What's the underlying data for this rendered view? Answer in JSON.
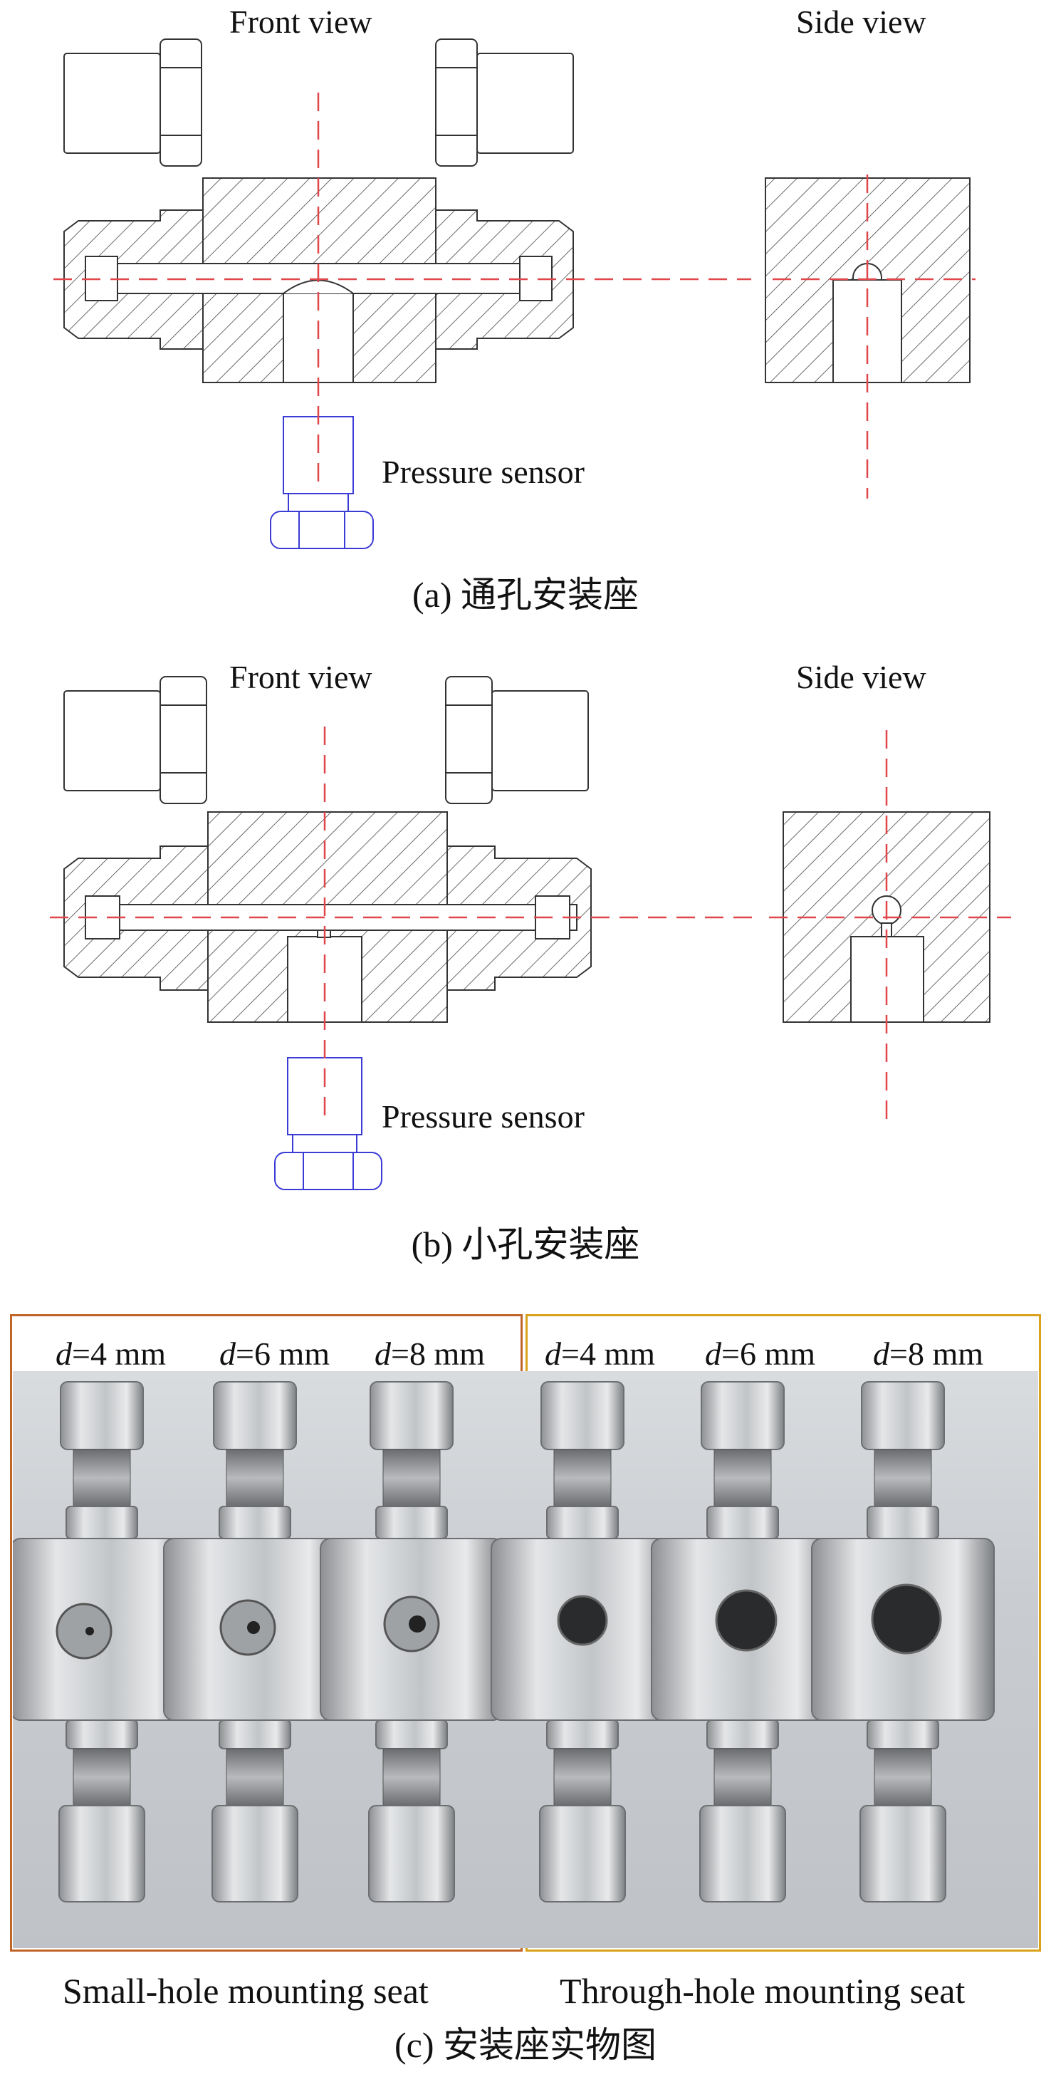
{
  "panel_a": {
    "front_view_label": "Front view",
    "side_view_label": "Side view",
    "sensor_label": "Pressure sensor",
    "caption": "(a) 通孔安装座"
  },
  "panel_b": {
    "front_view_label": "Front view",
    "side_view_label": "Side view",
    "sensor_label": "Pressure sensor",
    "caption": "(b) 小孔安装座"
  },
  "panel_c": {
    "diameter_labels": [
      "=4 mm",
      "=6 mm",
      "=8 mm",
      "=4 mm",
      "=6 mm",
      "=8 mm"
    ],
    "diameter_symbol": "d",
    "group_left_label": "Small-hole mounting seat",
    "group_right_label": "Through-hole mounting seat",
    "caption": "(c) 安装座实物图"
  },
  "colors": {
    "centerline": "#e0464a",
    "sensor": "#3b3bd6",
    "outline": "#333333",
    "frame_left": "#c0652a",
    "frame_right": "#d9a21a"
  }
}
